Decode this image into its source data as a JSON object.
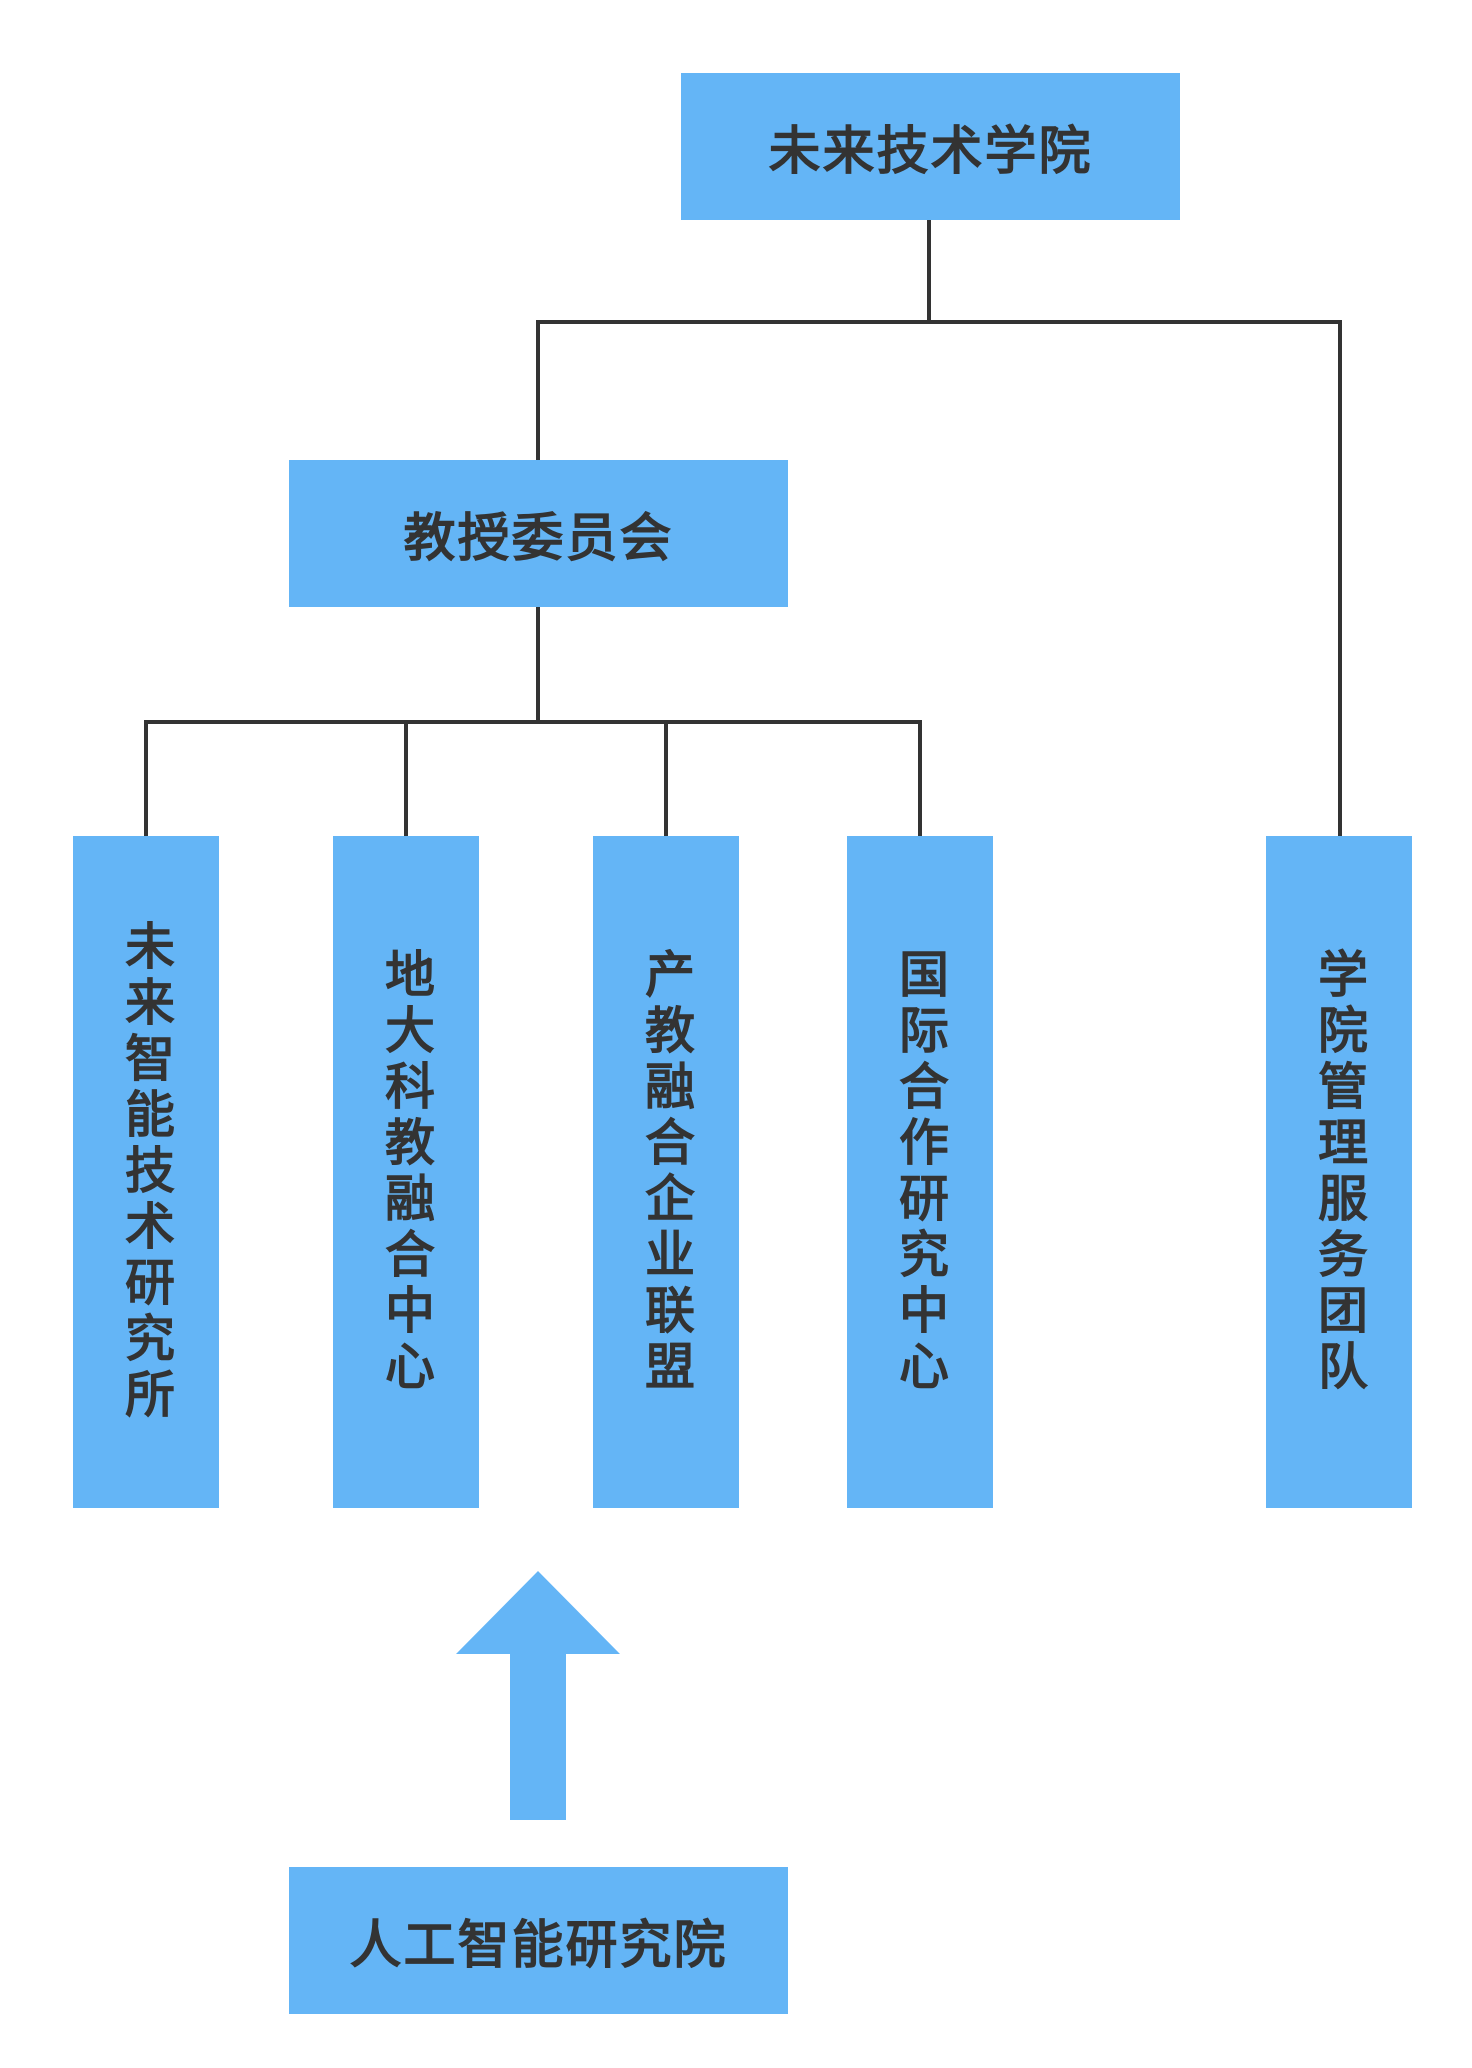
{
  "root": {
    "label": "未来技术学院"
  },
  "middle": {
    "label": "教授委员会"
  },
  "units": [
    {
      "label": "未来智能技术研究所"
    },
    {
      "label": "地大科教融合中心"
    },
    {
      "label": "产教融合企业联盟"
    },
    {
      "label": "国际合作研究中心"
    }
  ],
  "service_team": {
    "label": "学院管理服务团队"
  },
  "source": {
    "label": "人工智能研究院"
  },
  "colors": {
    "node_fill": "#64b5f6",
    "node_text": "#333333",
    "connector": "#333333",
    "arrow": "#64b5f6"
  }
}
